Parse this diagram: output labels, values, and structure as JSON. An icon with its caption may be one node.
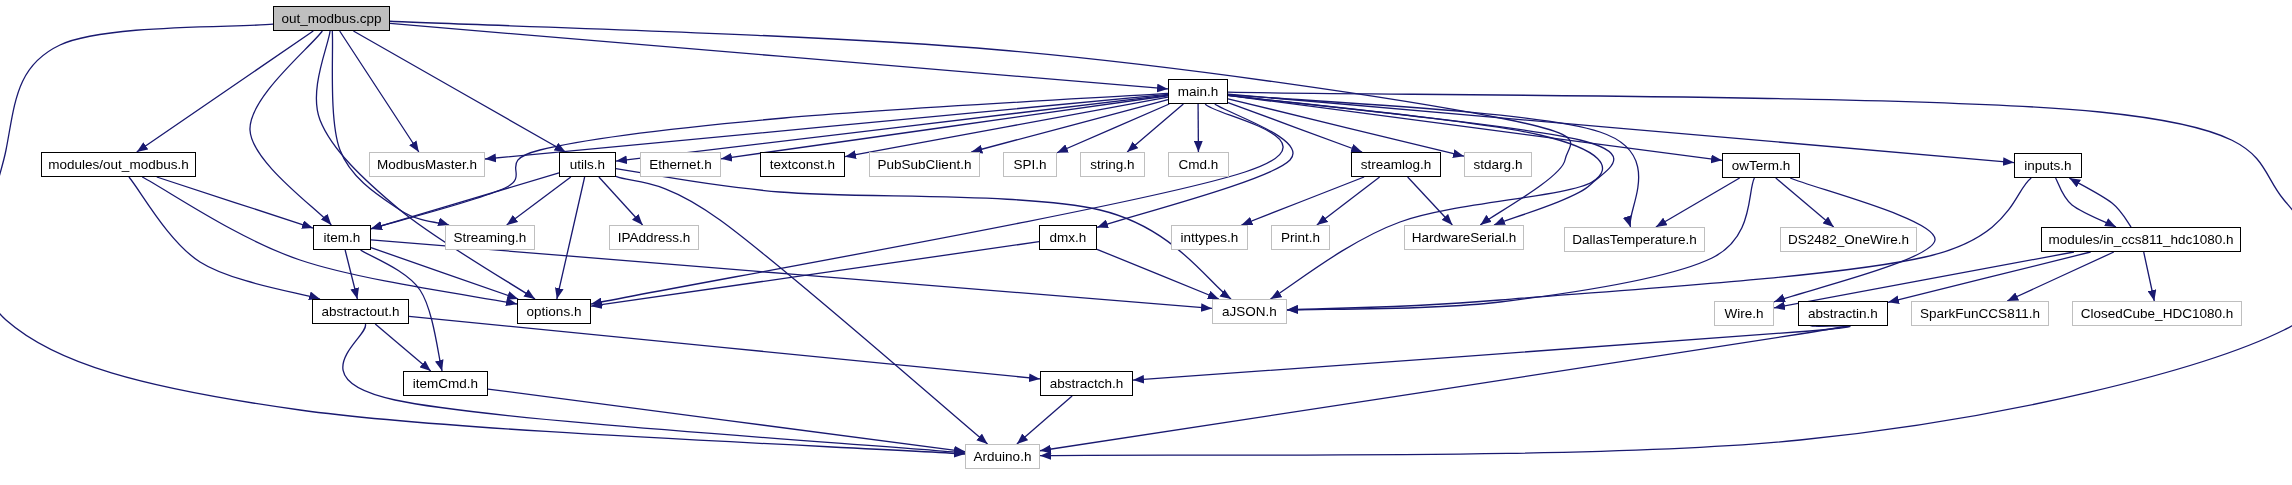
{
  "diagram": {
    "nodes": [
      {
        "text": [
          "out_modbus.cpp"
        ]
      },
      {
        "text": [
          "main.h"
        ]
      },
      {
        "text": [
          "modules/out_modbus.h"
        ]
      },
      {
        "text": [
          "ModbusMaster.h"
        ]
      },
      {
        "text": [
          "utils.h"
        ]
      },
      {
        "text": [
          "Ethernet.h"
        ]
      },
      {
        "text": [
          "textconst.h"
        ]
      },
      {
        "text": [
          "PubSubClient.h"
        ]
      },
      {
        "text": [
          "SPI.h"
        ]
      },
      {
        "text": [
          "string.h"
        ]
      },
      {
        "text": [
          "Cmd.h"
        ]
      },
      {
        "text": [
          "streamlog.h"
        ]
      },
      {
        "text": [
          "stdarg.h"
        ]
      },
      {
        "text": [
          "owTerm.h"
        ]
      },
      {
        "text": [
          "inputs.h"
        ]
      },
      {
        "text": [
          "item.h"
        ]
      },
      {
        "text": [
          "Streaming.h"
        ]
      },
      {
        "text": [
          "IPAddress.h"
        ]
      },
      {
        "text": [
          "dmx.h"
        ]
      },
      {
        "text": [
          "inttypes.h"
        ]
      },
      {
        "text": [
          "Print.h"
        ]
      },
      {
        "text": [
          "HardwareSerial.h"
        ]
      },
      {
        "text": [
          "DallasTemperature.h"
        ]
      },
      {
        "text": [
          "DS2482_OneWire.h"
        ]
      },
      {
        "text": [
          "modules/in_ccs811_hdc1080.h"
        ]
      },
      {
        "text": [
          "abstractout.h"
        ]
      },
      {
        "text": [
          "options.h"
        ]
      },
      {
        "text": [
          "aJSON.h"
        ]
      },
      {
        "text": [
          "Wire.h"
        ]
      },
      {
        "text": [
          "abstractin.h"
        ]
      },
      {
        "text": [
          "SparkFunCCS811.h"
        ]
      },
      {
        "text": [
          "ClosedCube_HDC1080.h"
        ]
      },
      {
        "text": [
          "itemCmd.h"
        ]
      },
      {
        "text": [
          "abstractch.h"
        ]
      },
      {
        "text": [
          "Arduino.h"
        ]
      }
    ],
    "edges": [
      {
        "from": 0,
        "to": 34,
        "arrow": "to"
      },
      {
        "from": 0,
        "to": 2,
        "arrow": "to"
      },
      {
        "from": 0,
        "to": 15,
        "arrow": "to"
      },
      {
        "from": 0,
        "to": 26,
        "arrow": "to"
      },
      {
        "from": 0,
        "to": 16,
        "arrow": "to"
      },
      {
        "from": 0,
        "to": 3,
        "arrow": "to"
      },
      {
        "from": 0,
        "to": 4,
        "arrow": "to"
      },
      {
        "from": 0,
        "to": 1,
        "arrow": "to"
      },
      {
        "from": 0,
        "to": 21,
        "arrow": "to"
      },
      {
        "from": 1,
        "to": 15,
        "arrow": "to"
      },
      {
        "from": 1,
        "to": 3,
        "arrow": "to"
      },
      {
        "from": 1,
        "to": 4,
        "arrow": "to"
      },
      {
        "from": 1,
        "to": 5,
        "arrow": "to"
      },
      {
        "from": 1,
        "to": 6,
        "arrow": "to"
      },
      {
        "from": 1,
        "to": 7,
        "arrow": "to"
      },
      {
        "from": 1,
        "to": 8,
        "arrow": "to"
      },
      {
        "from": 1,
        "to": 9,
        "arrow": "to"
      },
      {
        "from": 1,
        "to": 10,
        "arrow": "to"
      },
      {
        "from": 1,
        "to": 11,
        "arrow": "to"
      },
      {
        "from": 1,
        "to": 12,
        "arrow": "to"
      },
      {
        "from": 1,
        "to": 13,
        "arrow": "to"
      },
      {
        "from": 1,
        "to": 14,
        "arrow": "to"
      },
      {
        "from": 1,
        "to": 34,
        "arrow": "to"
      },
      {
        "from": 1,
        "to": 18,
        "arrow": "to"
      },
      {
        "from": 1,
        "to": 26,
        "arrow": "to"
      },
      {
        "from": 1,
        "to": 27,
        "arrow": "to"
      },
      {
        "from": 1,
        "to": 21,
        "arrow": "to"
      },
      {
        "from": 1,
        "to": 22,
        "arrow": "to"
      },
      {
        "from": 2,
        "to": 15,
        "arrow": "to"
      },
      {
        "from": 2,
        "to": 26,
        "arrow": "to"
      },
      {
        "from": 2,
        "to": 25,
        "arrow": "to"
      },
      {
        "from": 4,
        "to": 15,
        "arrow": "to"
      },
      {
        "from": 4,
        "to": 16,
        "arrow": "to"
      },
      {
        "from": 4,
        "to": 17,
        "arrow": "to"
      },
      {
        "from": 4,
        "to": 26,
        "arrow": "to"
      },
      {
        "from": 4,
        "to": 34,
        "arrow": "to"
      },
      {
        "from": 4,
        "to": 27,
        "arrow": "to"
      },
      {
        "from": 11,
        "to": 19,
        "arrow": "to"
      },
      {
        "from": 11,
        "to": 20,
        "arrow": "to"
      },
      {
        "from": 11,
        "to": 21,
        "arrow": "to"
      },
      {
        "from": 13,
        "to": 22,
        "arrow": "to"
      },
      {
        "from": 13,
        "to": 23,
        "arrow": "to"
      },
      {
        "from": 13,
        "to": 27,
        "arrow": "to"
      },
      {
        "from": 13,
        "to": 28,
        "arrow": "to"
      },
      {
        "from": 14,
        "to": 24,
        "arrow": "to"
      },
      {
        "from": 14,
        "to": 27,
        "arrow": "to"
      },
      {
        "from": 24,
        "to": 14,
        "arrow": "to"
      },
      {
        "from": 24,
        "to": 28,
        "arrow": "to"
      },
      {
        "from": 24,
        "to": 29,
        "arrow": "to"
      },
      {
        "from": 24,
        "to": 30,
        "arrow": "to"
      },
      {
        "from": 24,
        "to": 31,
        "arrow": "to"
      },
      {
        "from": 29,
        "to": 33,
        "arrow": "to"
      },
      {
        "from": 29,
        "to": 34,
        "arrow": "to"
      },
      {
        "from": 15,
        "to": 25,
        "arrow": "to"
      },
      {
        "from": 15,
        "to": 32,
        "arrow": "to"
      },
      {
        "from": 15,
        "to": 26,
        "arrow": "to"
      },
      {
        "from": 15,
        "to": 27,
        "arrow": "to"
      },
      {
        "from": 18,
        "to": 26,
        "arrow": "to"
      },
      {
        "from": 18,
        "to": 27,
        "arrow": "to"
      },
      {
        "from": 25,
        "to": 32,
        "arrow": "to"
      },
      {
        "from": 25,
        "to": 34,
        "arrow": "to"
      },
      {
        "from": 25,
        "to": 33,
        "arrow": "to"
      },
      {
        "from": 32,
        "to": 34,
        "arrow": "to"
      },
      {
        "from": 33,
        "to": 34,
        "arrow": "to"
      }
    ]
  }
}
